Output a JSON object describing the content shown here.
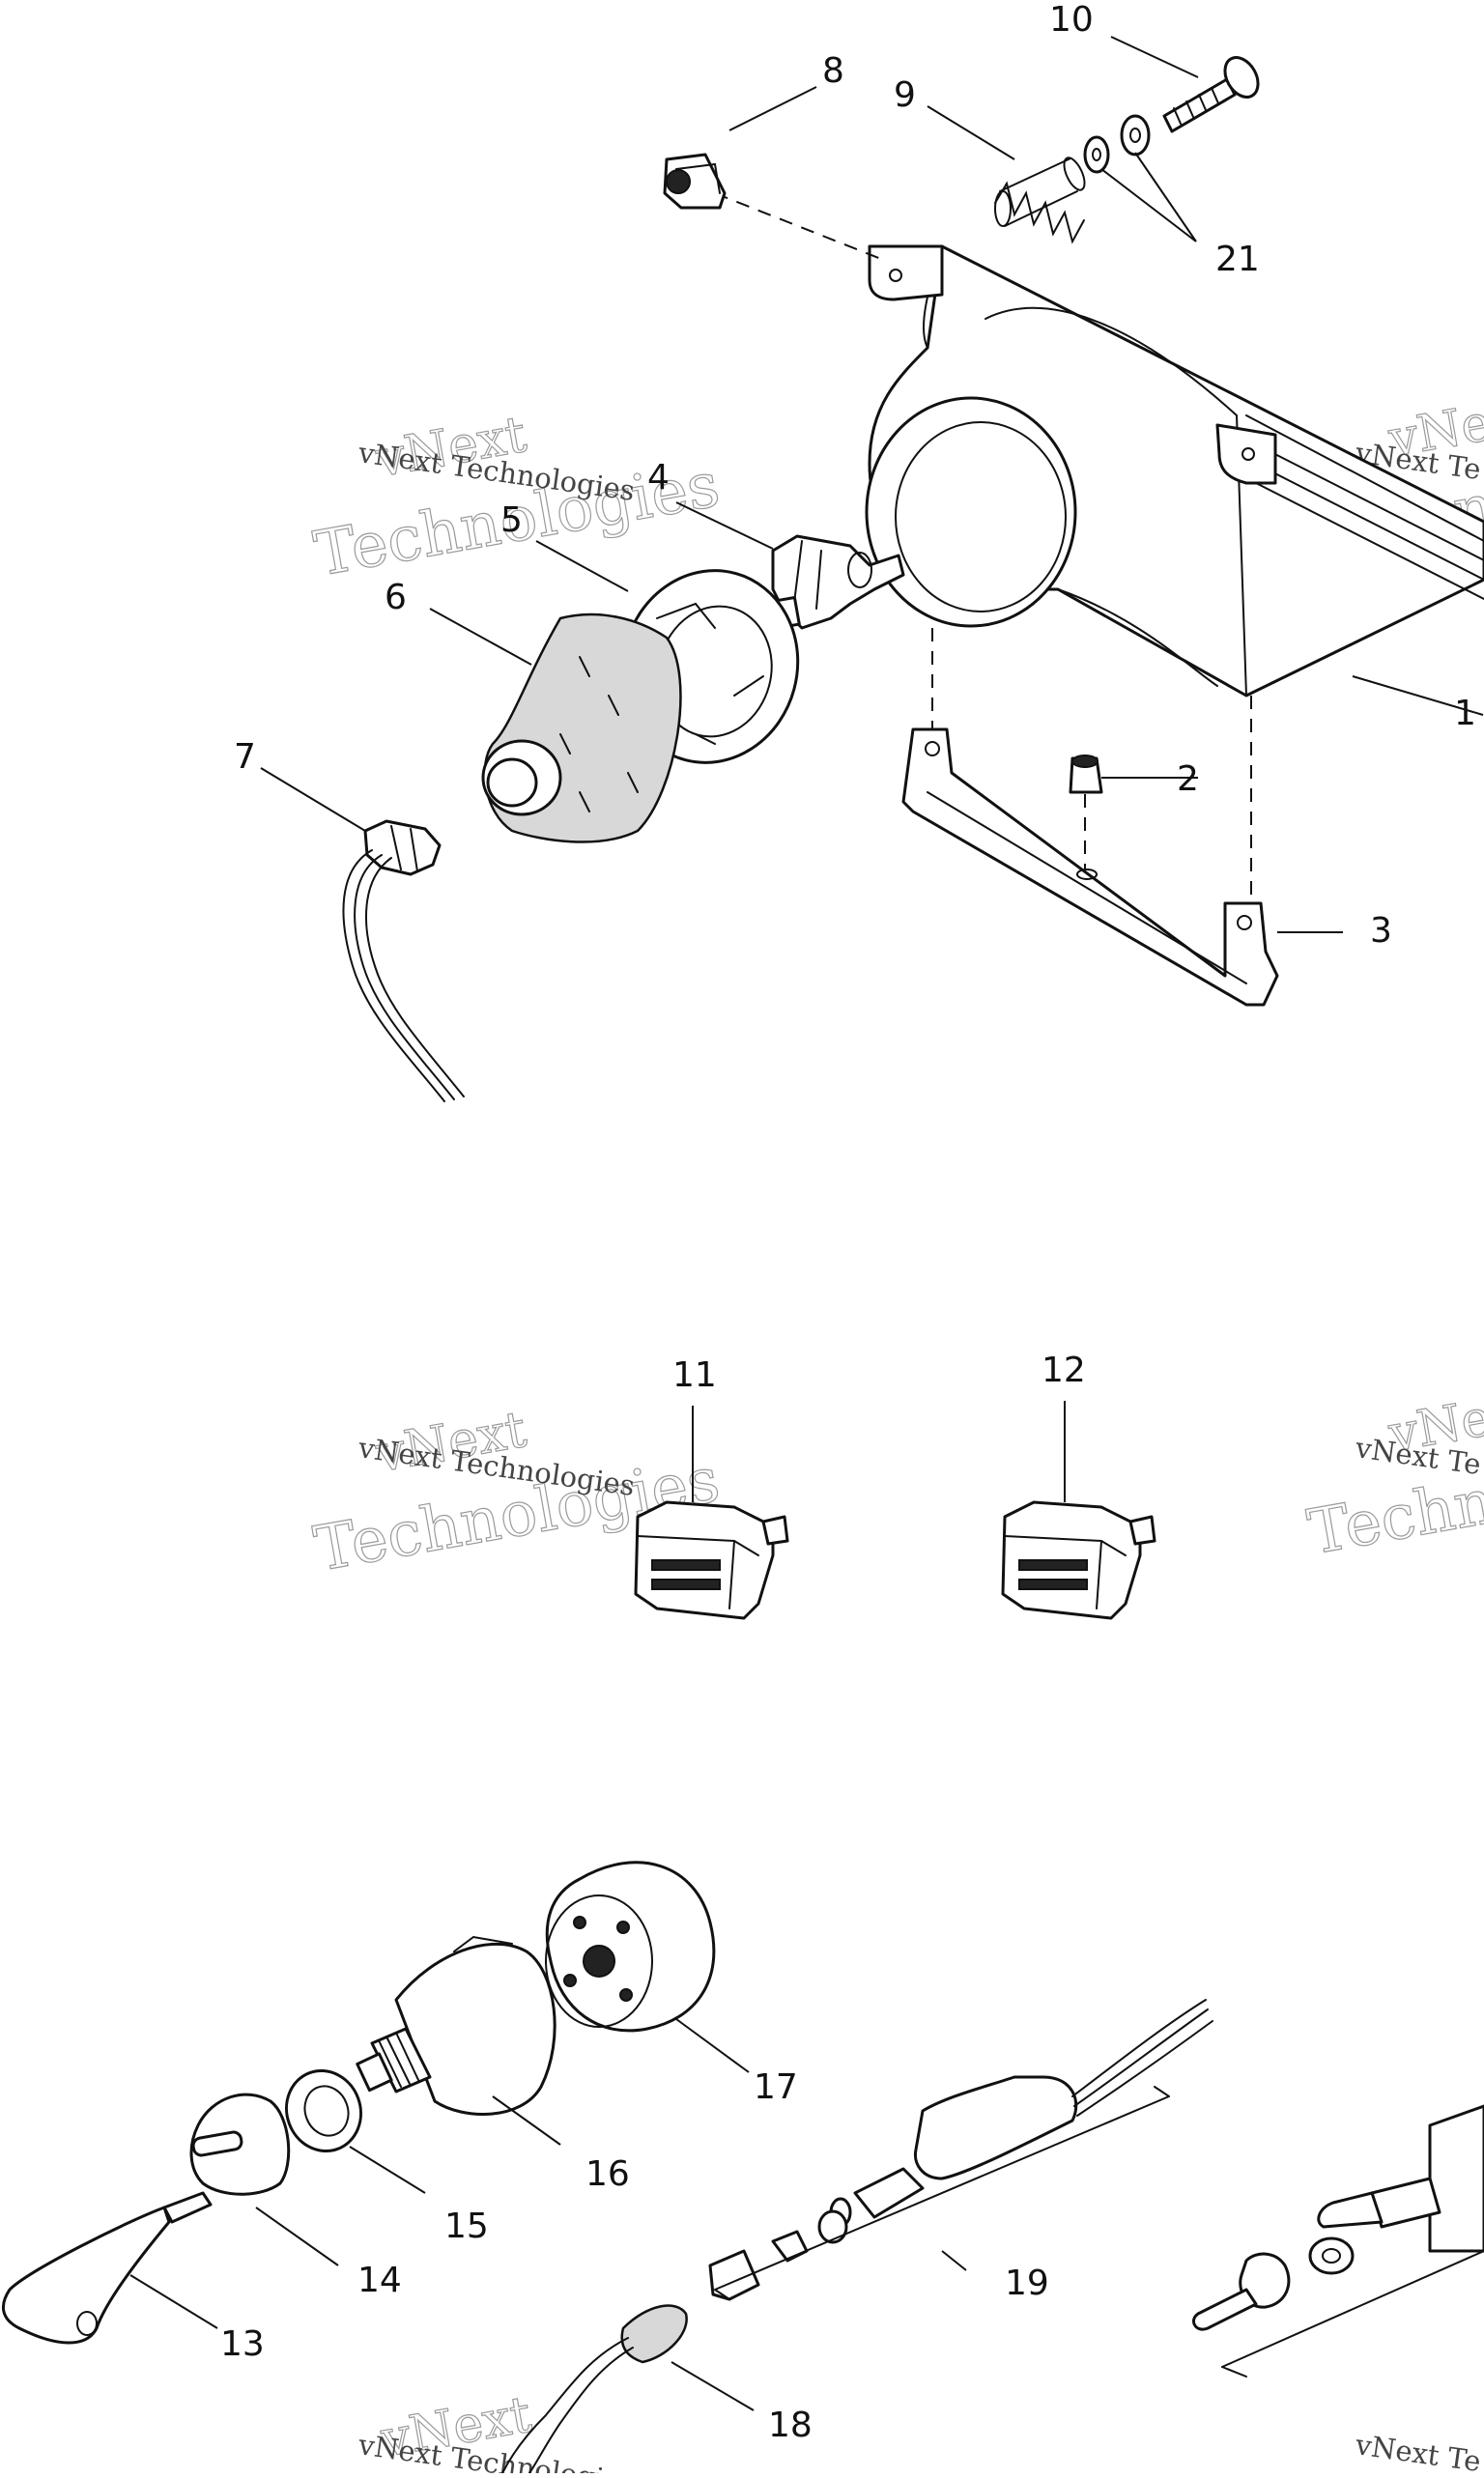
{
  "callouts": {
    "c1": "1",
    "c2": "2",
    "c3": "3",
    "c4": "4",
    "c5": "5",
    "c6": "6",
    "c7": "7",
    "c8": "8",
    "c9": "9",
    "c10": "10",
    "c11": "11",
    "c12": "12",
    "c13": "13",
    "c14": "14",
    "c15": "15",
    "c16": "16",
    "c17": "17",
    "c18": "18",
    "c19": "19",
    "c21": "21"
  },
  "watermark": {
    "line1": "vNext",
    "line2": "Technologies",
    "small": "vNext Technologies",
    "line2_cut": "Technolo",
    "small_cut": "vNext Te",
    "line1_cut": "vNe"
  }
}
